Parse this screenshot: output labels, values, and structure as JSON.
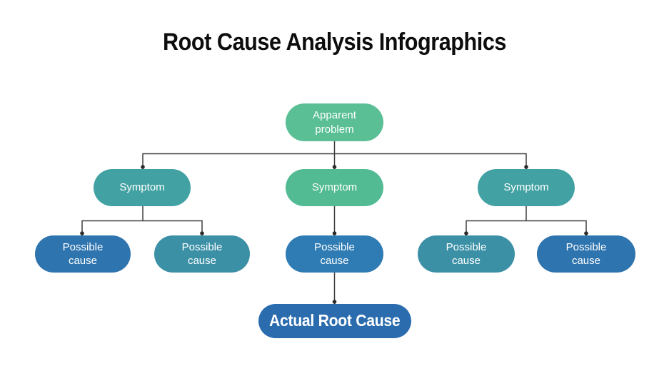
{
  "title": "Root Cause Analysis Infographics",
  "palette": {
    "background": "#ffffff",
    "title_text": "#0d0d0d",
    "node_text": "#ffffff",
    "connector_line": "#3d3d3d",
    "connector_dot": "#2b2b2b",
    "green": "#5abf95",
    "green_teal": "#53bb93",
    "teal": "#42a1a2",
    "teal_blue": "#3b90a6",
    "blue": "#2f7cb4",
    "dark_blue": "#2e74ae",
    "root_blue": "#2a6cae"
  },
  "diagram": {
    "nodes": {
      "apparent_problem": {
        "label": "Apparent\nproblem",
        "fill": "#5abf95"
      },
      "symptom_left": {
        "label": "Symptom",
        "fill": "#42a1a2"
      },
      "symptom_middle": {
        "label": "Symptom",
        "fill": "#53bb93"
      },
      "symptom_right": {
        "label": "Symptom",
        "fill": "#42a1a2"
      },
      "possible_cause_1": {
        "label": "Possible\ncause",
        "fill": "#2e74ae"
      },
      "possible_cause_2": {
        "label": "Possible\ncause",
        "fill": "#3b90a6"
      },
      "possible_cause_3": {
        "label": "Possible\ncause",
        "fill": "#2f7cb4"
      },
      "possible_cause_4": {
        "label": "Possible\ncause",
        "fill": "#3b90a6"
      },
      "possible_cause_5": {
        "label": "Possible\ncause",
        "fill": "#2e74ae"
      },
      "actual_root_cause": {
        "label": "Actual Root Cause",
        "fill": "#2a6cae"
      }
    }
  }
}
